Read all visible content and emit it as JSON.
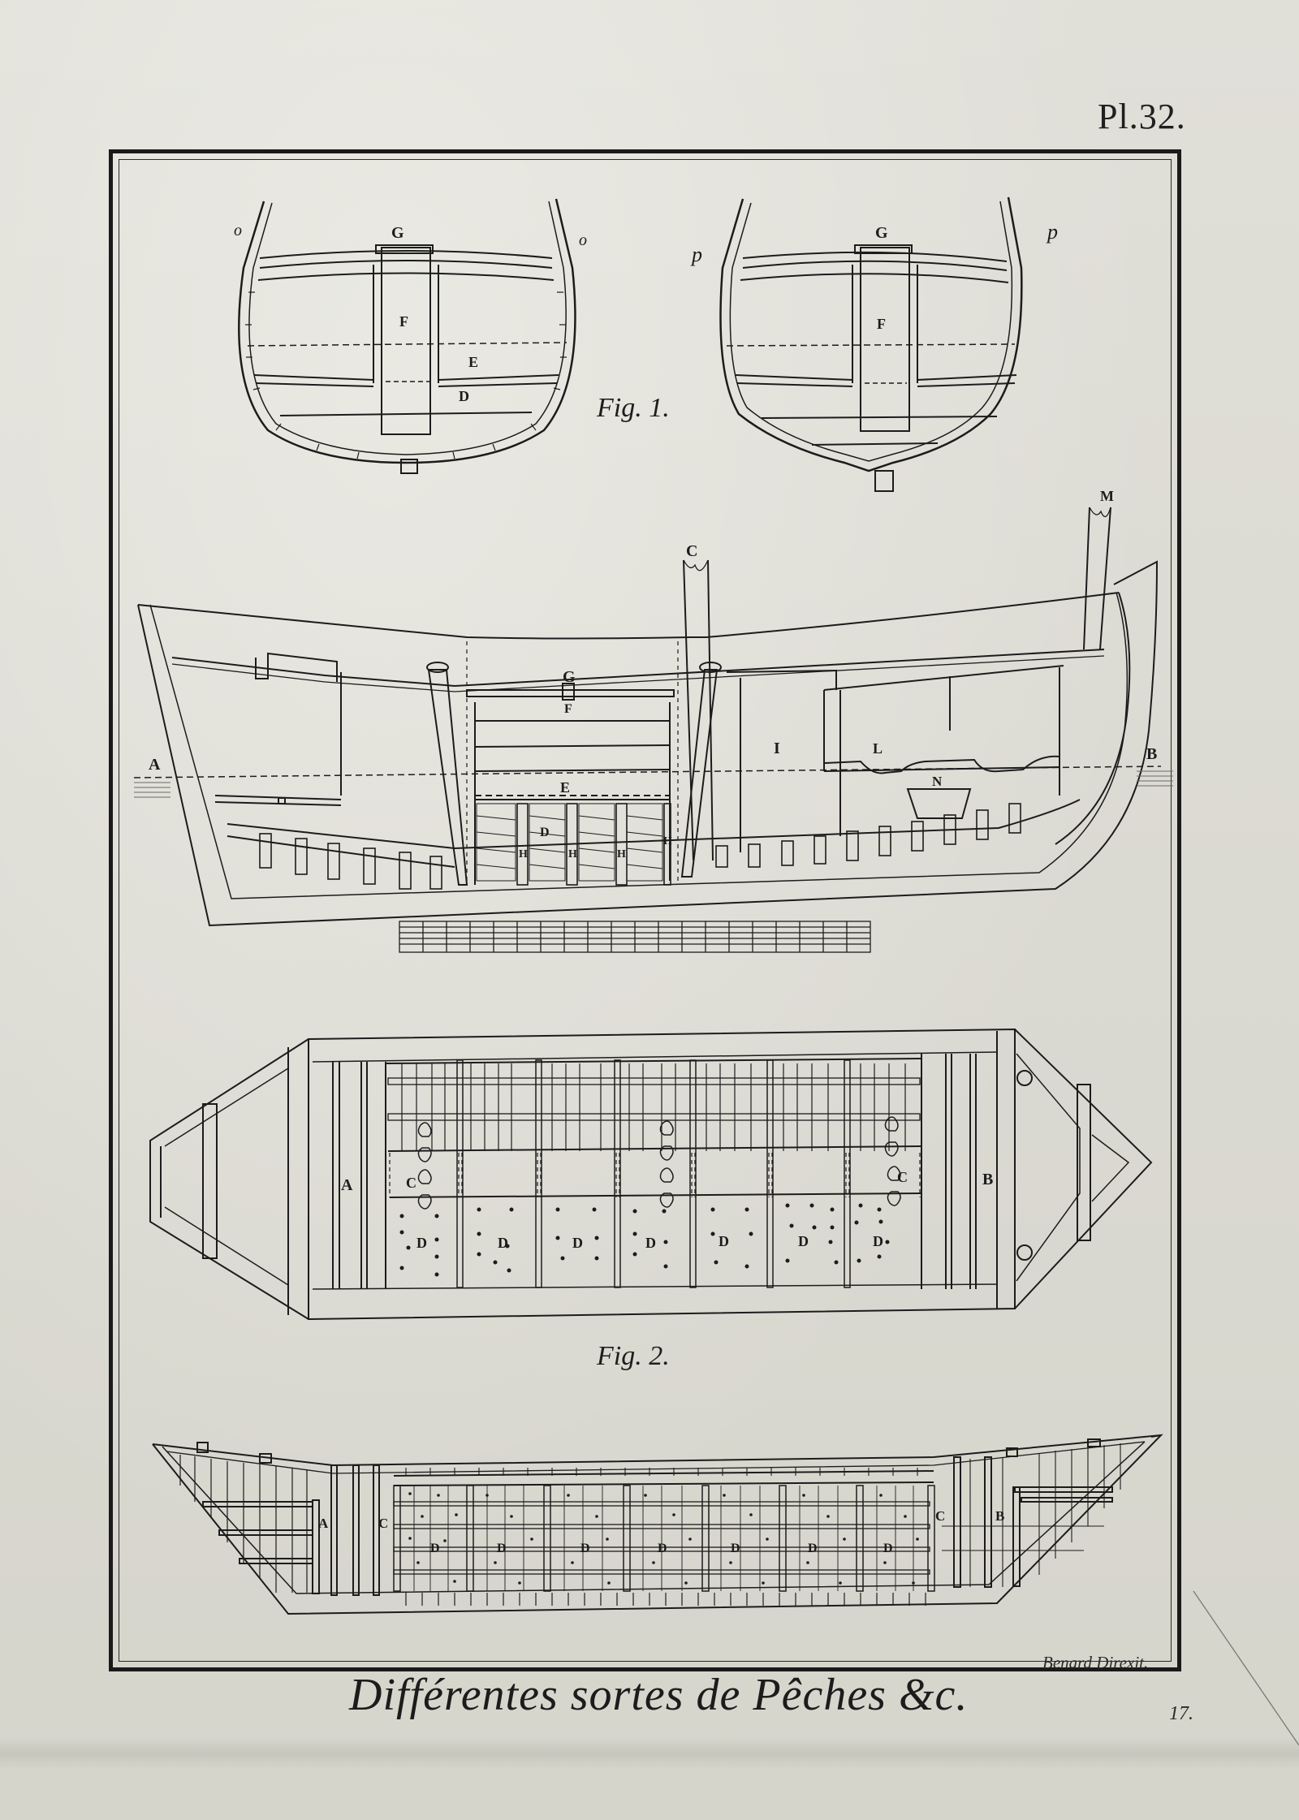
{
  "plate": {
    "number": "Pl.32.",
    "title": "Différentes sortes de Pêches &c.",
    "engraver": "Benard Direxit.",
    "page_number": "17."
  },
  "figures": [
    {
      "id": "fig1",
      "caption": "Fig. 1.",
      "description": "Two transverse cross-sections of a fishing boat hull",
      "sections": [
        {
          "side": "left",
          "labels": {
            "G": "G",
            "F": "F",
            "E": "E",
            "D": "D",
            "o_left": "o",
            "o_right": "o"
          }
        },
        {
          "side": "right",
          "labels": {
            "G": "G",
            "F": "F",
            "p_left": "p",
            "p_right": "p"
          }
        }
      ]
    },
    {
      "id": "fig1-longitudinal",
      "description": "Longitudinal section of the boat with waterline A–B and scale bar",
      "labels": {
        "A": "A",
        "B": "B",
        "C": "C",
        "M": "M",
        "G": "G",
        "F": "F",
        "E": "E",
        "D": "D",
        "H": "H",
        "I": "I",
        "L": "L",
        "N": "N"
      }
    },
    {
      "id": "fig2",
      "caption": "Fig. 2.",
      "description": "Plan view and longitudinal section of a well-boat (fish hold boat)",
      "plan_labels": {
        "A": "A",
        "B": "B",
        "C": "C",
        "D": "D"
      },
      "section_labels": {
        "A": "A",
        "B": "B",
        "C": "C",
        "D": "D"
      },
      "hold_compartments": 7
    }
  ]
}
